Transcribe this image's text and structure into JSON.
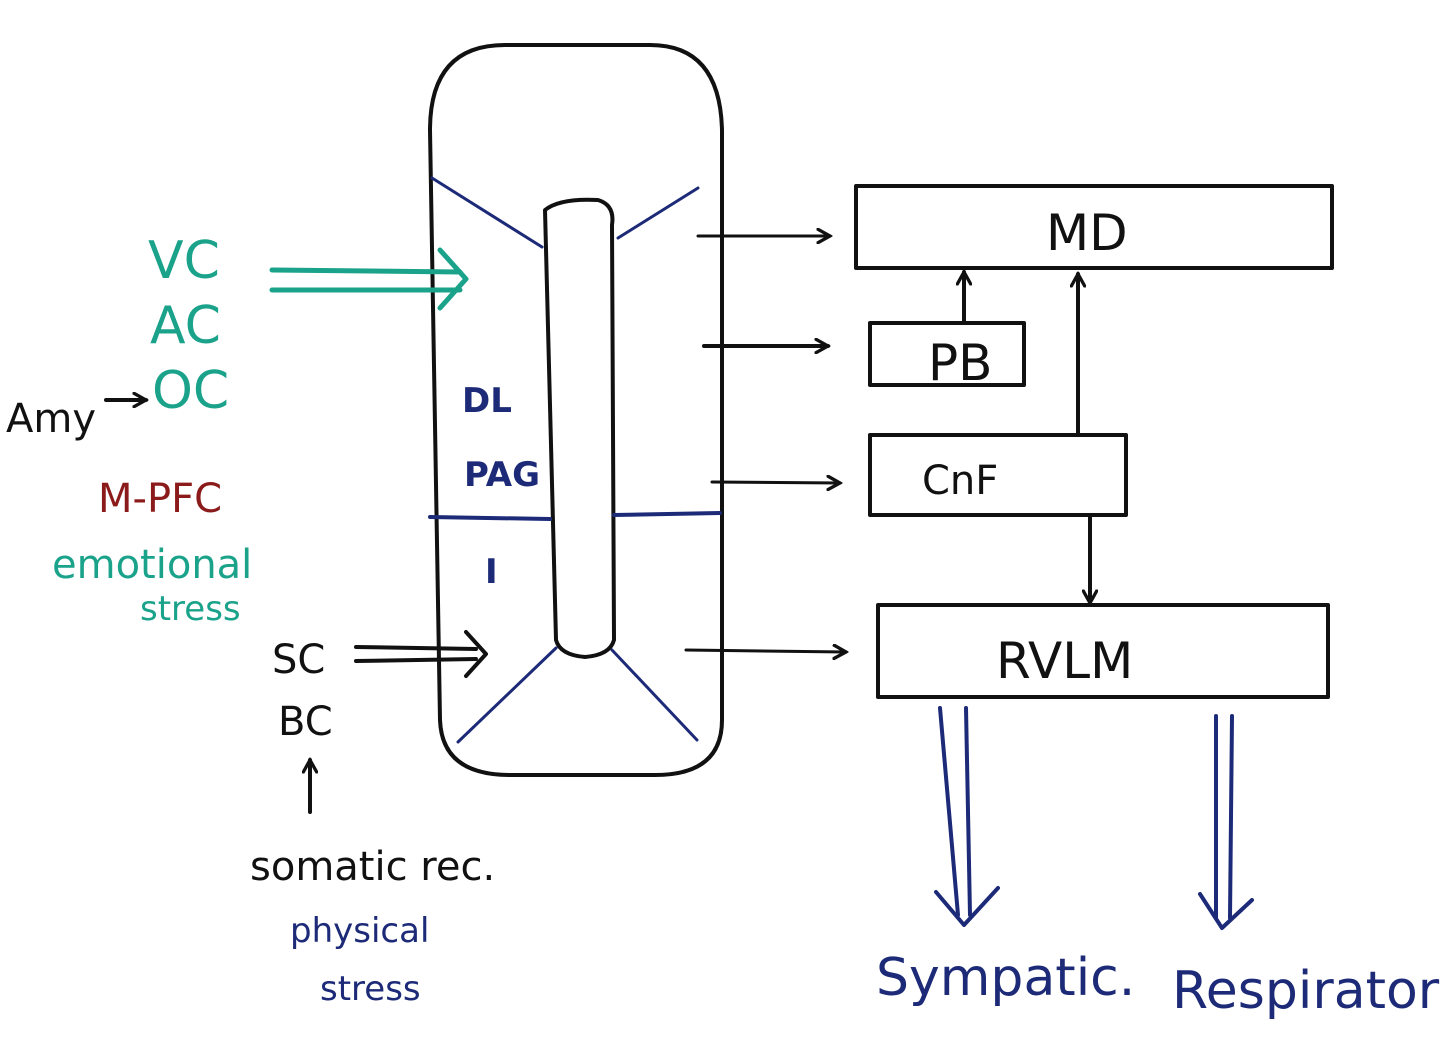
{
  "inputs": {
    "visual_cortex": "VC",
    "auditory_cortex": "AC",
    "olfactory_cortex": "OC",
    "amygdala": "Amy",
    "mpfc": "M-PFC",
    "emotional_line1": "emotional",
    "emotional_line2": "stress",
    "superior_colliculus": "SC",
    "brain_c": "BC",
    "somatic": "somatic rec.",
    "physical_line1": "physical",
    "physical_line2": "stress"
  },
  "pag": {
    "dl": "DL",
    "pag": "PAG",
    "l": "I"
  },
  "targets": {
    "md": "MD",
    "pb": "PB",
    "cnf": "CnF",
    "rvlm": "RVLM"
  },
  "outputs": {
    "sympathetic": "Sympatic.",
    "respiratory": "Respirator"
  },
  "colors": {
    "ink_black": "#111111",
    "ink_navy": "#1c2a78",
    "ink_teal": "#1aa38a",
    "ink_red": "#8b1a1a"
  }
}
